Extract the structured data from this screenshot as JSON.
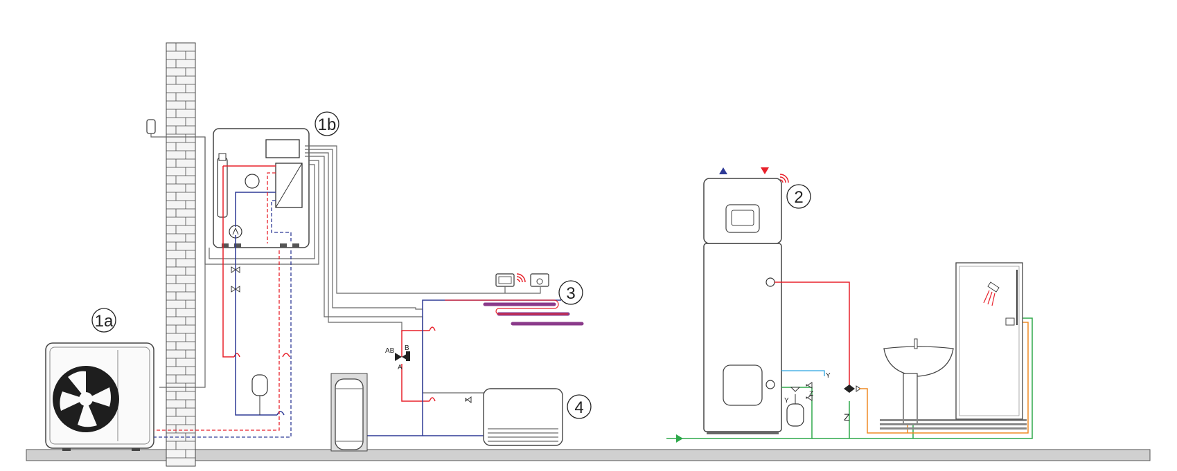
{
  "labels": {
    "outdoor_unit": "1a",
    "indoor_unit": "1b",
    "water_heater": "2",
    "floor_heating": "3",
    "radiator": "4"
  },
  "valve_ports": {
    "ab": "AB",
    "b": "B",
    "a": "A"
  },
  "water_heater_ports": {
    "y1": "Y",
    "y2": "Y"
  },
  "zt_marks": [
    "Z",
    "Z"
  ],
  "colors": {
    "supply": "#e8202a",
    "return": "#2e3a96",
    "cold_water": "#2ea84a",
    "hot_water": "#ef8a24",
    "tap_cold": "#2aa5e0",
    "floor_loop": "#8a3a8a",
    "casing": "#444444",
    "wall": "#cfcfcf",
    "floor": "#cccccc",
    "wifi": "#e8202a"
  },
  "icons": {
    "sensor": "outdoor-sensor-icon",
    "thermostat": "room-thermostat-icon",
    "controller": "wifi-controller-icon",
    "shower": "shower-head-icon",
    "wifi": "wifi-signal-icon"
  }
}
